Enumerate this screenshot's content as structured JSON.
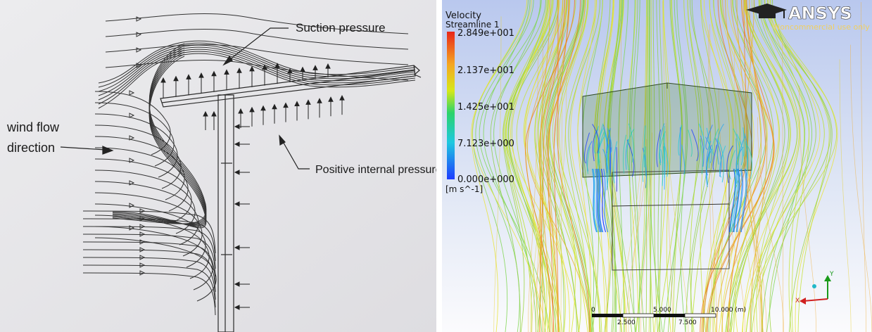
{
  "sketch": {
    "labels": {
      "suction": "Suction pressure",
      "wind_line1": "wind flow",
      "wind_line2": "direction",
      "internal": "Positive internal pressure"
    }
  },
  "cfd": {
    "legend": {
      "title": "Velocity",
      "subtitle": "Streamline 1",
      "ticks": [
        "2.849e+001",
        "2.137e+001",
        "1.425e+001",
        "7.123e+000",
        "0.000e+000"
      ],
      "unit": "[m s^-1]"
    },
    "logo": {
      "brand": "ANSYS",
      "note": "Noncommercial use only"
    },
    "scale": {
      "top_ticks": [
        "0",
        "5.000",
        "10.000  (m)"
      ],
      "bottom_ticks": [
        "2.500",
        "7.500"
      ]
    },
    "axes": {
      "x": "X",
      "y": "Y"
    },
    "colors": {
      "low": "#1e3cff",
      "mid": "#2bd36b",
      "high": "#e8261a"
    }
  }
}
